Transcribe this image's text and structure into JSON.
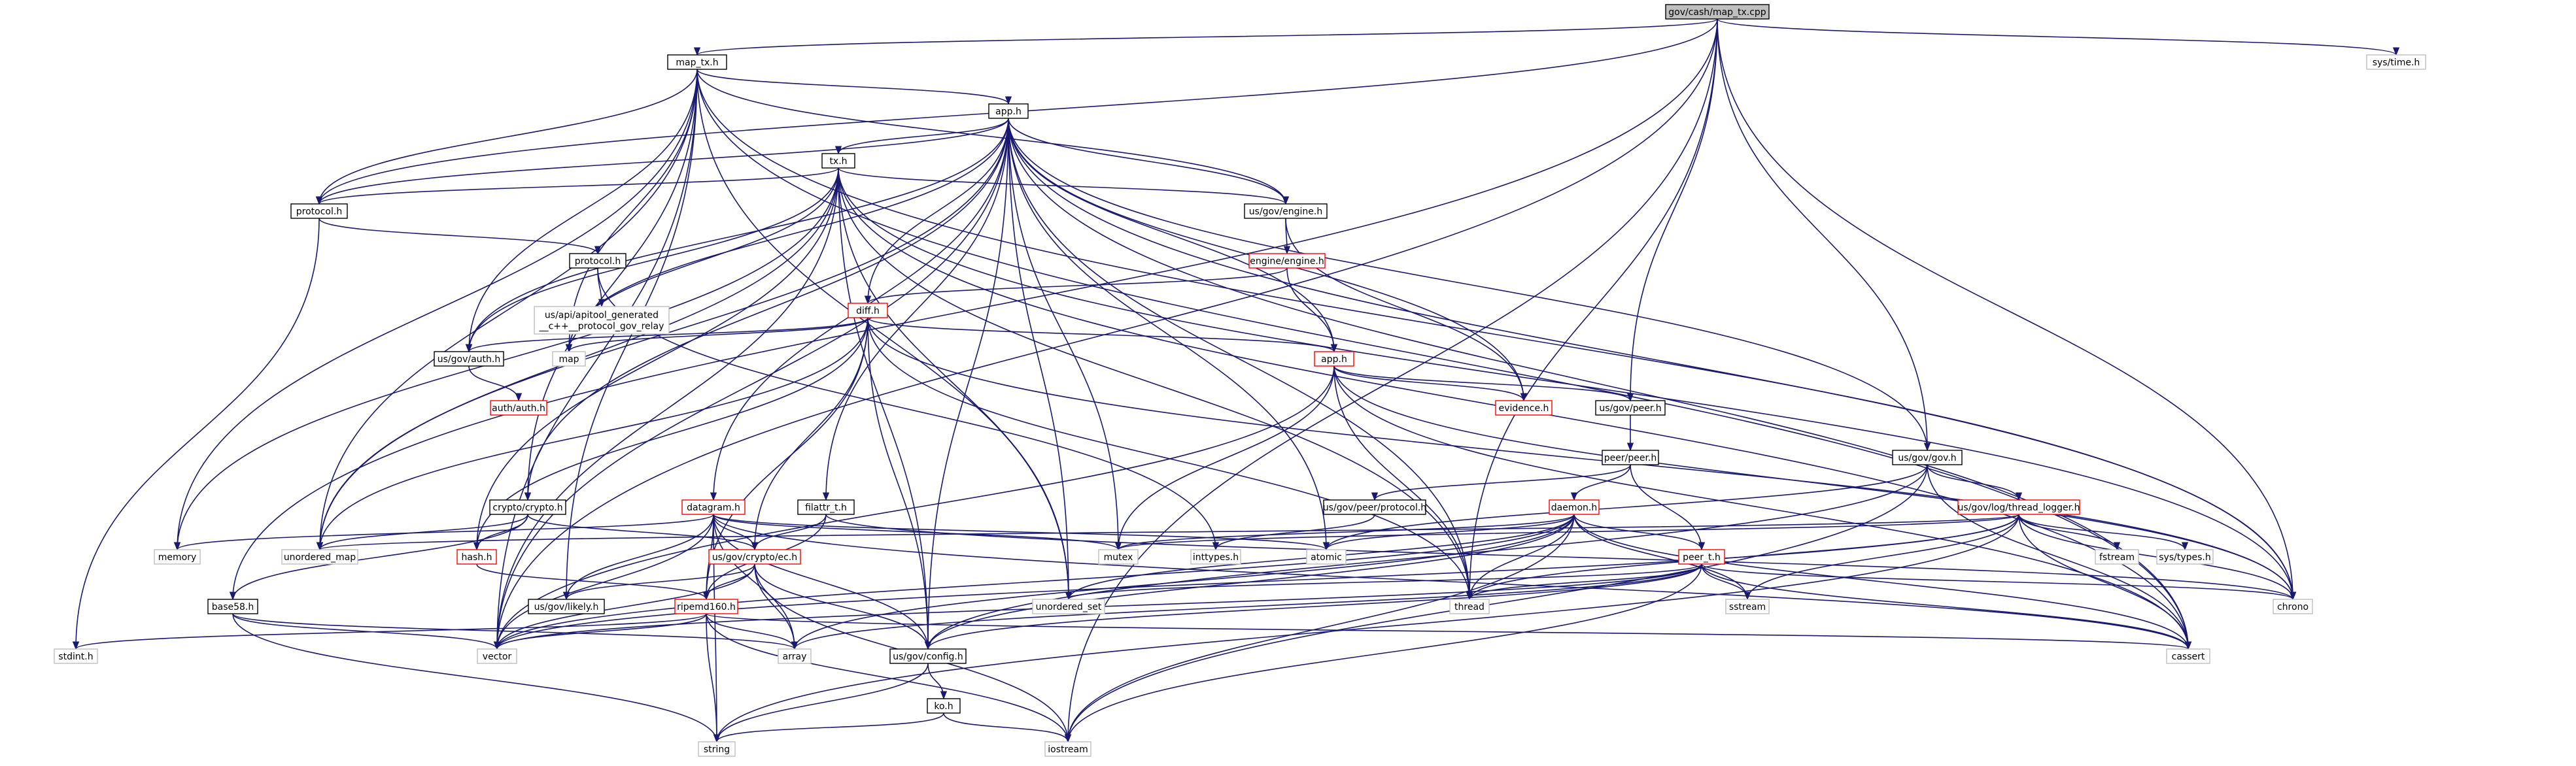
{
  "graph": {
    "root": "gov/cash/map_tx.cpp",
    "colors": {
      "edge": "#191970",
      "node_border_normal": "#000000",
      "node_border_incomplete": "#ff0000",
      "node_border_system": "#bfbfbf",
      "node_fill_root": "#bfbfbf",
      "node_fill": "#ffffff"
    },
    "nodes": [
      {
        "id": "root",
        "label": "gov/cash/map_tx.cpp",
        "kind": "root"
      },
      {
        "id": "map_tx_h",
        "label": "map_tx.h",
        "kind": "normal"
      },
      {
        "id": "systime",
        "label": "sys/time.h",
        "kind": "system"
      },
      {
        "id": "app_h",
        "label": "app.h",
        "kind": "normal"
      },
      {
        "id": "tx_h",
        "label": "tx.h",
        "kind": "normal"
      },
      {
        "id": "protocol_h",
        "label": "protocol.h",
        "kind": "normal"
      },
      {
        "id": "protocol2_h",
        "label": "protocol.h",
        "kind": "normal"
      },
      {
        "id": "api_gen",
        "label": "us/api/apitool_generated\n__c++__protocol_gov_relay",
        "kind": "system"
      },
      {
        "id": "engine_h",
        "label": "us/gov/engine.h",
        "kind": "normal"
      },
      {
        "id": "engine_engine_h",
        "label": "engine/engine.h",
        "kind": "incomplete"
      },
      {
        "id": "diff_h",
        "label": "diff.h",
        "kind": "incomplete"
      },
      {
        "id": "map",
        "label": "map",
        "kind": "system"
      },
      {
        "id": "auth_h",
        "label": "us/gov/auth.h",
        "kind": "normal"
      },
      {
        "id": "auth_auth_h",
        "label": "auth/auth.h",
        "kind": "incomplete"
      },
      {
        "id": "app2_h",
        "label": "app.h",
        "kind": "incomplete"
      },
      {
        "id": "evidence_h",
        "label": "evidence.h",
        "kind": "incomplete"
      },
      {
        "id": "peer_h",
        "label": "us/gov/peer.h",
        "kind": "normal"
      },
      {
        "id": "peer_peer_h",
        "label": "peer/peer.h",
        "kind": "normal"
      },
      {
        "id": "peer_protocol",
        "label": "us/gov/peer/protocol.h",
        "kind": "normal"
      },
      {
        "id": "gov_h",
        "label": "us/gov/gov.h",
        "kind": "normal"
      },
      {
        "id": "thread_logger",
        "label": "us/gov/log/thread_logger.h",
        "kind": "incomplete"
      },
      {
        "id": "crypto_h",
        "label": "crypto/crypto.h",
        "kind": "normal"
      },
      {
        "id": "datagram_h",
        "label": "datagram.h",
        "kind": "incomplete"
      },
      {
        "id": "filattr",
        "label": "filattr_t.h",
        "kind": "normal"
      },
      {
        "id": "daemon_h",
        "label": "daemon.h",
        "kind": "incomplete"
      },
      {
        "id": "hash_h",
        "label": "hash.h",
        "kind": "incomplete"
      },
      {
        "id": "ec_h",
        "label": "us/gov/crypto/ec.h",
        "kind": "incomplete"
      },
      {
        "id": "likely_h",
        "label": "us/gov/likely.h",
        "kind": "normal"
      },
      {
        "id": "ripemd_h",
        "label": "ripemd160.h",
        "kind": "incomplete"
      },
      {
        "id": "base58_h",
        "label": "base58.h",
        "kind": "normal"
      },
      {
        "id": "peer_t_h",
        "label": "peer_t.h",
        "kind": "incomplete"
      },
      {
        "id": "config_h",
        "label": "us/gov/config.h",
        "kind": "normal"
      },
      {
        "id": "ko_h",
        "label": "ko.h",
        "kind": "normal"
      },
      {
        "id": "memory",
        "label": "memory",
        "kind": "system"
      },
      {
        "id": "unordered_map",
        "label": "unordered_map",
        "kind": "system"
      },
      {
        "id": "mutex",
        "label": "mutex",
        "kind": "system"
      },
      {
        "id": "inttypes",
        "label": "inttypes.h",
        "kind": "system"
      },
      {
        "id": "atomic",
        "label": "atomic",
        "kind": "system"
      },
      {
        "id": "unordered_set",
        "label": "unordered_set",
        "kind": "system"
      },
      {
        "id": "thread",
        "label": "thread",
        "kind": "system"
      },
      {
        "id": "sstream",
        "label": "sstream",
        "kind": "system"
      },
      {
        "id": "chrono",
        "label": "chrono",
        "kind": "system"
      },
      {
        "id": "fstream",
        "label": "fstream",
        "kind": "system"
      },
      {
        "id": "systypes",
        "label": "sys/types.h",
        "kind": "system"
      },
      {
        "id": "cassert",
        "label": "cassert",
        "kind": "system"
      },
      {
        "id": "stdint",
        "label": "stdint.h",
        "kind": "system"
      },
      {
        "id": "vector",
        "label": "vector",
        "kind": "system"
      },
      {
        "id": "array",
        "label": "array",
        "kind": "system"
      },
      {
        "id": "string",
        "label": "string",
        "kind": "system"
      },
      {
        "id": "iostream",
        "label": "iostream",
        "kind": "system"
      }
    ],
    "edges": [
      [
        "root",
        "map_tx_h"
      ],
      [
        "root",
        "systime"
      ],
      [
        "root",
        "chrono"
      ],
      [
        "root",
        "iostream"
      ],
      [
        "root",
        "gov_h"
      ],
      [
        "root",
        "peer_h"
      ],
      [
        "root",
        "thread"
      ],
      [
        "root",
        "protocol_h"
      ],
      [
        "root",
        "base58_h"
      ],
      [
        "root",
        "vector"
      ],
      [
        "map_tx_h",
        "app_h"
      ],
      [
        "map_tx_h",
        "protocol_h"
      ],
      [
        "map_tx_h",
        "auth_h"
      ],
      [
        "map_tx_h",
        "engine_h"
      ],
      [
        "map_tx_h",
        "map"
      ],
      [
        "map_tx_h",
        "unordered_map"
      ],
      [
        "map_tx_h",
        "crypto_h"
      ],
      [
        "map_tx_h",
        "memory"
      ],
      [
        "map_tx_h",
        "cassert"
      ],
      [
        "map_tx_h",
        "likely_h"
      ],
      [
        "map_tx_h",
        "vector"
      ],
      [
        "map_tx_h",
        "chrono"
      ],
      [
        "map_tx_h",
        "unordered_set"
      ],
      [
        "app_h",
        "tx_h"
      ],
      [
        "app_h",
        "protocol_h"
      ],
      [
        "app_h",
        "diff_h"
      ],
      [
        "app_h",
        "engine_h"
      ],
      [
        "app_h",
        "evidence_h"
      ],
      [
        "app_h",
        "app2_h"
      ],
      [
        "app_h",
        "auth_h"
      ],
      [
        "app_h",
        "map"
      ],
      [
        "app_h",
        "mutex"
      ],
      [
        "app_h",
        "thread"
      ],
      [
        "app_h",
        "config_h"
      ],
      [
        "app_h",
        "unordered_set"
      ],
      [
        "app_h",
        "unordered_map"
      ],
      [
        "app_h",
        "datagram_h"
      ],
      [
        "app_h",
        "filattr"
      ],
      [
        "app_h",
        "crypto_h"
      ],
      [
        "app_h",
        "chrono"
      ],
      [
        "app_h",
        "cassert"
      ],
      [
        "app_h",
        "gov_h"
      ],
      [
        "app_h",
        "atomic"
      ],
      [
        "app_h",
        "vector"
      ],
      [
        "tx_h",
        "protocol_h"
      ],
      [
        "tx_h",
        "engine_h"
      ],
      [
        "tx_h",
        "auth_h"
      ],
      [
        "tx_h",
        "map"
      ],
      [
        "tx_h",
        "memory"
      ],
      [
        "tx_h",
        "vector"
      ],
      [
        "tx_h",
        "unordered_map"
      ],
      [
        "tx_h",
        "config_h"
      ],
      [
        "tx_h",
        "thread"
      ],
      [
        "tx_h",
        "chrono"
      ],
      [
        "tx_h",
        "cassert"
      ],
      [
        "tx_h",
        "hash_h"
      ],
      [
        "tx_h",
        "unordered_set"
      ],
      [
        "protocol_h",
        "protocol2_h"
      ],
      [
        "protocol_h",
        "stdint"
      ],
      [
        "protocol2_h",
        "api_gen"
      ],
      [
        "protocol2_h",
        "inttypes"
      ],
      [
        "engine_h",
        "engine_engine_h"
      ],
      [
        "engine_h",
        "evidence_h"
      ],
      [
        "engine_engine_h",
        "diff_h"
      ],
      [
        "engine_engine_h",
        "app2_h"
      ],
      [
        "diff_h",
        "auth_h"
      ],
      [
        "diff_h",
        "map"
      ],
      [
        "diff_h",
        "app2_h"
      ],
      [
        "diff_h",
        "unordered_map"
      ],
      [
        "diff_h",
        "hash_h"
      ],
      [
        "diff_h",
        "ec_h"
      ],
      [
        "diff_h",
        "config_h"
      ],
      [
        "diff_h",
        "thread"
      ],
      [
        "diff_h",
        "chrono"
      ],
      [
        "diff_h",
        "ripemd_h"
      ],
      [
        "auth_h",
        "auth_auth_h"
      ],
      [
        "app2_h",
        "evidence_h"
      ],
      [
        "app2_h",
        "peer_h"
      ],
      [
        "app2_h",
        "mutex"
      ],
      [
        "app2_h",
        "thread"
      ],
      [
        "app2_h",
        "chrono"
      ],
      [
        "app2_h",
        "cassert"
      ],
      [
        "app2_h",
        "vector"
      ],
      [
        "peer_h",
        "peer_peer_h"
      ],
      [
        "peer_peer_h",
        "peer_protocol"
      ],
      [
        "peer_peer_h",
        "daemon_h"
      ],
      [
        "peer_peer_h",
        "peer_t_h"
      ],
      [
        "peer_protocol",
        "inttypes"
      ],
      [
        "gov_h",
        "thread_logger"
      ],
      [
        "gov_h",
        "config_h"
      ],
      [
        "gov_h",
        "atomic"
      ],
      [
        "gov_h",
        "cassert"
      ],
      [
        "gov_h",
        "iostream"
      ],
      [
        "thread_logger",
        "mutex"
      ],
      [
        "thread_logger",
        "thread"
      ],
      [
        "thread_logger",
        "sstream"
      ],
      [
        "thread_logger",
        "chrono"
      ],
      [
        "thread_logger",
        "fstream"
      ],
      [
        "thread_logger",
        "systypes"
      ],
      [
        "thread_logger",
        "cassert"
      ],
      [
        "thread_logger",
        "unordered_map"
      ],
      [
        "thread_logger",
        "string"
      ],
      [
        "thread_logger",
        "vector"
      ],
      [
        "crypto_h",
        "hash_h"
      ],
      [
        "crypto_h",
        "ec_h"
      ],
      [
        "crypto_h",
        "base58_h"
      ],
      [
        "crypto_h",
        "unordered_map"
      ],
      [
        "datagram_h",
        "ec_h"
      ],
      [
        "datagram_h",
        "likely_h"
      ],
      [
        "datagram_h",
        "ripemd_h"
      ],
      [
        "datagram_h",
        "vector"
      ],
      [
        "datagram_h",
        "array"
      ],
      [
        "datagram_h",
        "config_h"
      ],
      [
        "datagram_h",
        "mutex"
      ],
      [
        "datagram_h",
        "atomic"
      ],
      [
        "datagram_h",
        "cassert"
      ],
      [
        "datagram_h",
        "string"
      ],
      [
        "datagram_h",
        "memory"
      ],
      [
        "filattr",
        "ripemd_h"
      ],
      [
        "filattr",
        "ec_h"
      ],
      [
        "filattr",
        "chrono"
      ],
      [
        "daemon_h",
        "peer_t_h"
      ],
      [
        "daemon_h",
        "mutex"
      ],
      [
        "daemon_h",
        "atomic"
      ],
      [
        "daemon_h",
        "thread"
      ],
      [
        "daemon_h",
        "sstream"
      ],
      [
        "daemon_h",
        "unordered_set"
      ],
      [
        "daemon_h",
        "vector"
      ],
      [
        "daemon_h",
        "config_h"
      ],
      [
        "daemon_h",
        "iostream"
      ],
      [
        "daemon_h",
        "cassert"
      ],
      [
        "daemon_h",
        "array"
      ],
      [
        "hash_h",
        "ripemd_h"
      ],
      [
        "ec_h",
        "likely_h"
      ],
      [
        "ec_h",
        "ripemd_h"
      ],
      [
        "ec_h",
        "config_h"
      ],
      [
        "ec_h",
        "array"
      ],
      [
        "ec_h",
        "vector"
      ],
      [
        "ec_h",
        "iostream"
      ],
      [
        "ripemd_h",
        "stdint"
      ],
      [
        "ripemd_h",
        "vector"
      ],
      [
        "ripemd_h",
        "array"
      ],
      [
        "ripemd_h",
        "string"
      ],
      [
        "ripemd_h",
        "iostream"
      ],
      [
        "ripemd_h",
        "cassert"
      ],
      [
        "base58_h",
        "vector"
      ],
      [
        "base58_h",
        "string"
      ],
      [
        "base58_h",
        "array"
      ],
      [
        "peer_t_h",
        "thread"
      ],
      [
        "peer_t_h",
        "sstream"
      ],
      [
        "peer_t_h",
        "chrono"
      ],
      [
        "peer_t_h",
        "config_h"
      ],
      [
        "peer_t_h",
        "iostream"
      ],
      [
        "peer_t_h",
        "cassert"
      ],
      [
        "peer_t_h",
        "unordered_set"
      ],
      [
        "peer_t_h",
        "vector"
      ],
      [
        "peer_t_h",
        "array"
      ],
      [
        "config_h",
        "ko_h"
      ],
      [
        "config_h",
        "string"
      ],
      [
        "ko_h",
        "string"
      ],
      [
        "ko_h",
        "iostream"
      ]
    ]
  }
}
